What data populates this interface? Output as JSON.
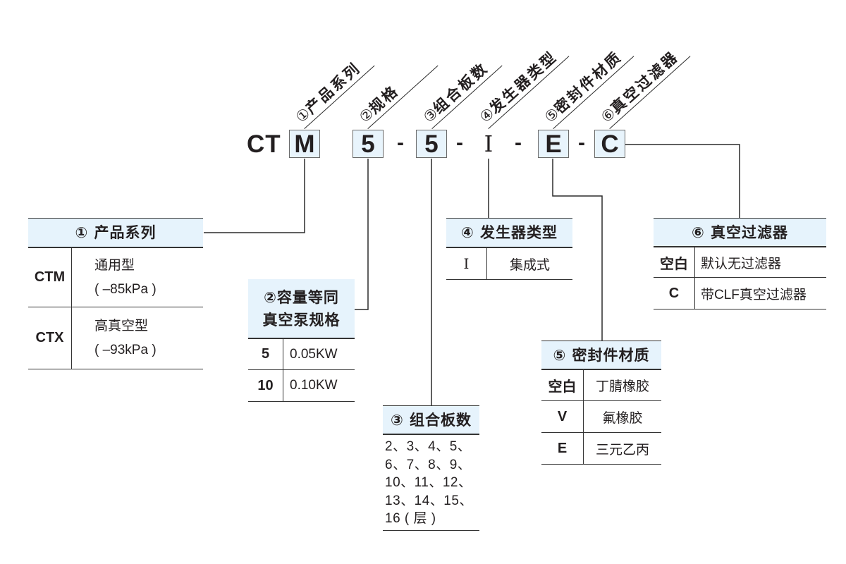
{
  "code": {
    "prefix": "CT",
    "parts": [
      "M",
      "5",
      "5",
      "I",
      "E",
      "C"
    ],
    "separator": "-"
  },
  "labels": [
    {
      "num": "①",
      "text": "产品系列"
    },
    {
      "num": "②",
      "text": "规格"
    },
    {
      "num": "③",
      "text": "组合板数"
    },
    {
      "num": "④",
      "text": "发生器类型"
    },
    {
      "num": "⑤",
      "text": "密封件材质"
    },
    {
      "num": "⑥",
      "text": "真空过滤器"
    }
  ],
  "tables": {
    "product_series": {
      "title": "① 产品系列",
      "rows": [
        {
          "code": "CTM",
          "desc": [
            "通用型",
            "( –85kPa )"
          ]
        },
        {
          "code": "CTX",
          "desc": [
            "高真空型",
            "( –93kPa )"
          ]
        }
      ]
    },
    "size": {
      "title": [
        "②容量等同",
        "真空泵规格"
      ],
      "rows": [
        {
          "code": "5",
          "value": "0.05KW"
        },
        {
          "code": "10",
          "value": "0.10KW"
        }
      ]
    },
    "plates": {
      "title": "③ 组合板数",
      "lines": [
        "2、3、4、5、",
        "6、7、8、9、",
        "10、11、12、",
        "13、14、15、",
        "16 ( 层 )"
      ]
    },
    "generator": {
      "title": "④ 发生器类型",
      "rows": [
        {
          "code": "I",
          "value": "集成式"
        }
      ]
    },
    "seal": {
      "title": "⑤ 密封件材质",
      "rows": [
        {
          "code": "空白",
          "value": "丁腈橡胶"
        },
        {
          "code": "V",
          "value": "氟橡胶"
        },
        {
          "code": "E",
          "value": "三元乙丙"
        }
      ]
    },
    "filter": {
      "title": "⑥ 真空过滤器",
      "rows": [
        {
          "code": "空白",
          "value": "默认无过滤器"
        },
        {
          "code": "C",
          "value": "带CLF真空过滤器"
        }
      ]
    }
  },
  "colors": {
    "header_bg": "#e6f3fc",
    "box_bg": "#e8f4fc",
    "line": "#2b2b2b",
    "text": "#231f20"
  }
}
